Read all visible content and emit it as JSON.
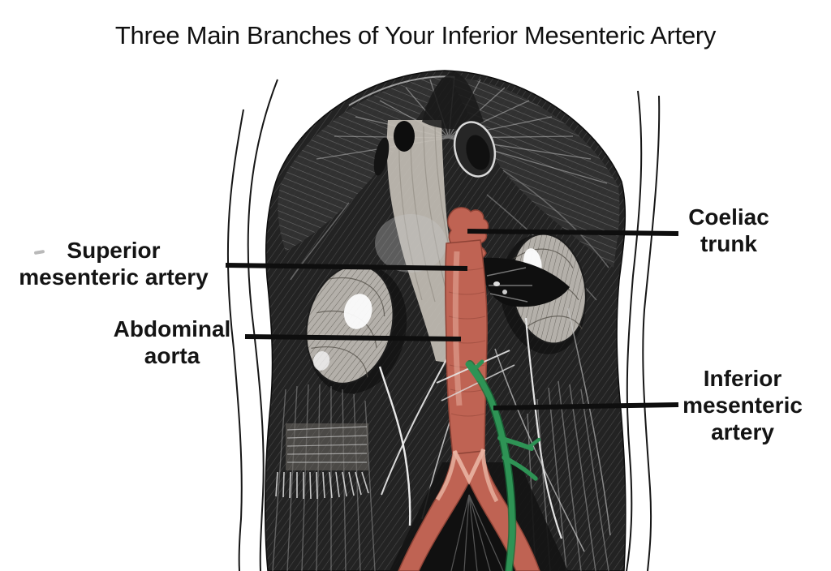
{
  "title": "Three Main Branches of Your Inferior Mesenteric Artery",
  "labels": {
    "superior_mesenteric": {
      "line1": "Superior",
      "line2": "mesenteric artery"
    },
    "abdominal_aorta": {
      "line1": "Abdominal",
      "line2": "aorta"
    },
    "coeliac_trunk": {
      "line1": "Coeliac",
      "line2": "trunk"
    },
    "inferior_mesenteric": {
      "line1": "Inferior",
      "line2": "mesenteric",
      "line3": "artery"
    }
  },
  "colors": {
    "aorta_red": "#bf6353",
    "aorta_dark": "#8e4336",
    "aorta_highlight": "#e9b4a3",
    "ima_green": "#2e9355",
    "ima_green_dark": "#176b38",
    "leader_line": "#0e0e0e",
    "label_text": "#141414"
  }
}
